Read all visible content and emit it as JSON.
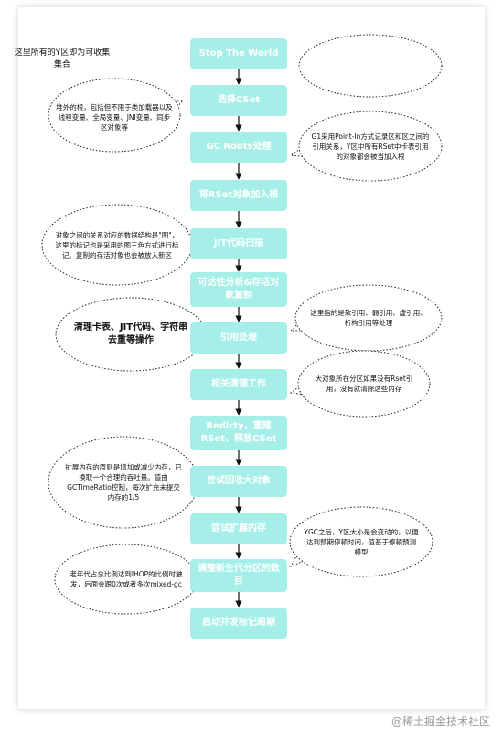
{
  "colors": {
    "step_fill": "#a6efe9",
    "arrow": "#111111",
    "bubble_stroke": "#222222",
    "bubble_fill": "#ffffff",
    "watermark": "#9a9a9a"
  },
  "steps": [
    {
      "label": "Stop The World"
    },
    {
      "label": "选择CSet"
    },
    {
      "label": "GC Roots处理"
    },
    {
      "label": "将RSet对象加入根"
    },
    {
      "label": "JIT代码扫描"
    },
    {
      "label": "可达性分析&存活对象复制"
    },
    {
      "label": "引用处理"
    },
    {
      "label": "相关清理工作"
    },
    {
      "label": "Redirty，重建RSet、释放CSet"
    },
    {
      "label": "尝试回收大对象"
    },
    {
      "label": "尝试扩展内存"
    },
    {
      "label": "调整新生代分区的数目"
    },
    {
      "label": "启动并发标记周期"
    }
  ],
  "notes": [
    {
      "text": "这里所有的Y区即为可收集集合"
    },
    {
      "text": "堆外的根，包括但不限于类加载器以及线程变量、全局变量、JNI变量、同步区对象等"
    },
    {
      "text": "G1采用Point-In方式记录区和区之间的引用关系，Y区中所有RSet中卡表引用的对象都会被当加入根"
    },
    {
      "text": "对象之间的关系对应的数据结构是\"图\"，这里的标记也是采用的图三色方式进行标记。复制的存活对象也会被放入新区"
    },
    {
      "text": "这里指的是软引用、弱引用、虚引用、析构引用等处理"
    },
    {
      "text": "清理卡表、JIT代码、字符串去重等操作"
    },
    {
      "text": "大对象所在分区如果没有Rset引用，没有就清除这些内存"
    },
    {
      "text": "扩展内存的原则是增加或减少内存，已换取一个合理的吞吐量。值由GCTimeRatio控制，每次扩充未提交内存的1/5"
    },
    {
      "text": "YGC之后，Y区大小是会变动的，以便达到预期停顿时间，值基于停顿预测模型"
    },
    {
      "text": "老年代占总比例达到IHOP的比例时触发，后面会跟0次或者多次mixed-gc"
    }
  ],
  "watermark": "@稀土掘金技术社区"
}
